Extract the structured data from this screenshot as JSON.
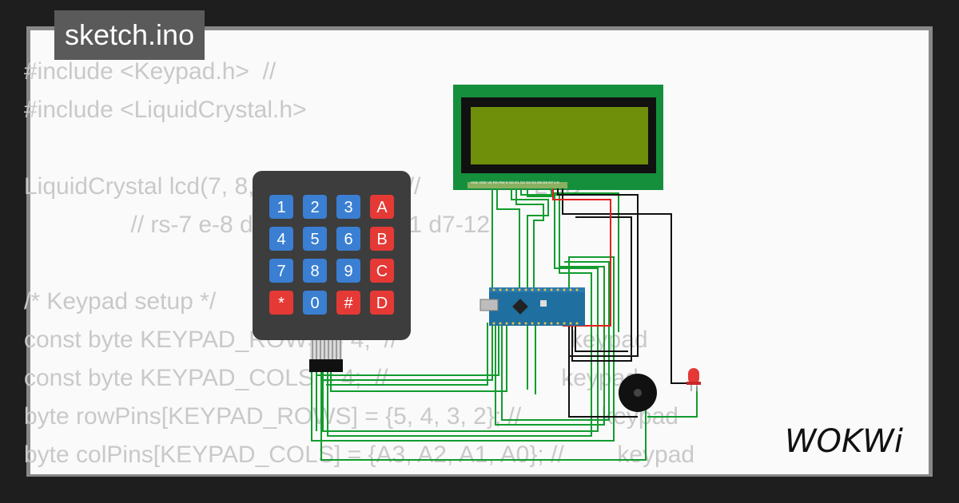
{
  "title": "sketch.ino",
  "logo_text": "WOKWi",
  "code_lines": [
    "#include <Keypad.h>  //",
    "#include <LiquidCrystal.h>",
    "",
    "LiquidCrystal lcd(7, 8, 9, 10, 11, 12);//                 LCD",
    "                // rs-7 e-8 d4-9 d5-10 d6-11 d7-12",
    "",
    "/* Keypad setup */",
    "const byte KEYPAD_ROWS = 4;  //                          keypad",
    "const byte KEYPAD_COLS = 4;  //                          keypad",
    "byte rowPins[KEYPAD_ROWS] = {5, 4, 3, 2}; //            keypad",
    "byte colPins[KEYPAD_COLS] = {A3, A2, A1, A0}; //        keypad"
  ],
  "keypad": {
    "keys": [
      [
        "1",
        "2",
        "3",
        "A"
      ],
      [
        "4",
        "5",
        "6",
        "B"
      ],
      [
        "7",
        "8",
        "9",
        "C"
      ],
      [
        "*",
        "0",
        "#",
        "D"
      ]
    ]
  },
  "lcd": {
    "pin_labels": "VSS VDD V0 RS RW E D0 D1 D2 D3 D4 D5 D6 D7 A K"
  },
  "colors": {
    "background": "#1e1e1e",
    "canvas": "#fafafa",
    "code_text": "#c9c9c9",
    "wire_green": "#129c2f",
    "wire_red": "#e0201b",
    "wire_black": "#111111",
    "lcd_board": "#168f3d",
    "lcd_screen": "#6f8e0a",
    "key_blue": "#3a7fd2",
    "key_red": "#e53935",
    "keypad_body": "#3d3d3d",
    "nano_board": "#1f6fa0"
  }
}
